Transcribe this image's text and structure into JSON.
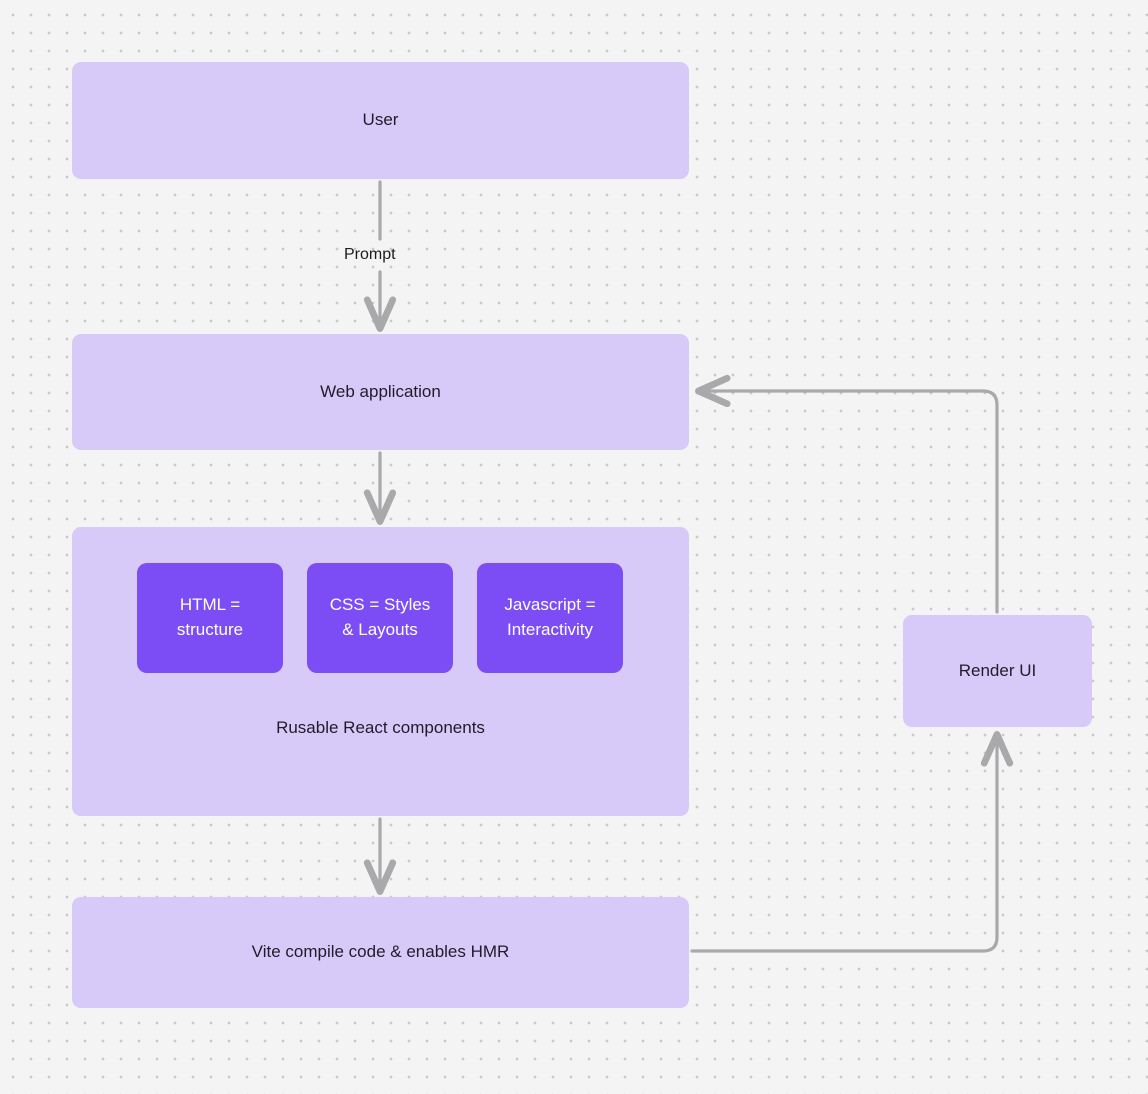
{
  "diagram": {
    "type": "flowchart",
    "background_color": "#f4f4f4",
    "grid": "dotted",
    "node_fill": "#d7caf9",
    "chip_fill": "#7c4df4",
    "edge_color": "#a9a9ab",
    "text_color": "#201c28",
    "nodes": [
      {
        "id": "user",
        "label": "User"
      },
      {
        "id": "webapp",
        "label": "Web application"
      },
      {
        "id": "components",
        "label": "Rusable React components"
      },
      {
        "id": "vite",
        "label": "Vite compile code & enables HMR"
      },
      {
        "id": "render",
        "label": "Render UI"
      }
    ],
    "chips": [
      {
        "id": "html",
        "label": "HTML =\nstructure"
      },
      {
        "id": "css",
        "label": "CSS = Styles\n& Layouts"
      },
      {
        "id": "javascript",
        "label": "Javascript =\nInteractivity"
      }
    ],
    "edges": [
      {
        "id": "user-to-webapp",
        "from": "user",
        "to": "webapp",
        "label": "Prompt"
      },
      {
        "id": "webapp-to-components",
        "from": "webapp",
        "to": "components",
        "label": ""
      },
      {
        "id": "components-to-vite",
        "from": "components",
        "to": "vite",
        "label": ""
      },
      {
        "id": "vite-to-render",
        "from": "vite",
        "to": "render",
        "label": ""
      },
      {
        "id": "render-to-webapp",
        "from": "render",
        "to": "webapp",
        "label": ""
      }
    ]
  }
}
